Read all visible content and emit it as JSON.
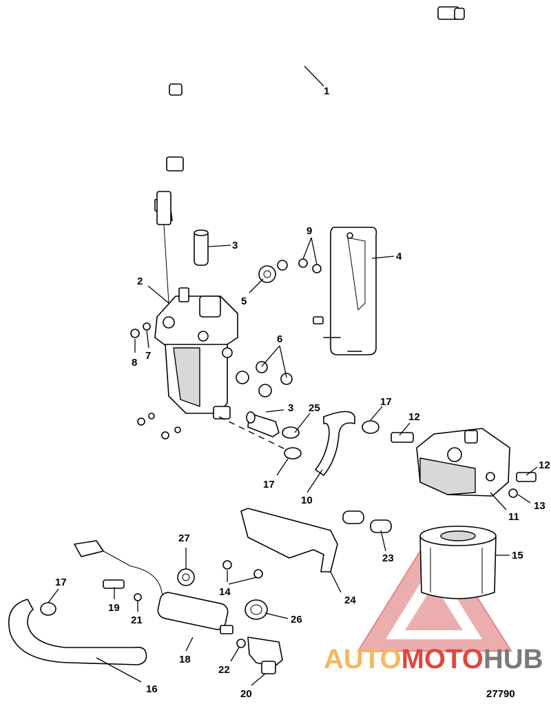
{
  "callouts": {
    "c1": "1",
    "c2": "2",
    "c3a": "3",
    "c3b": "3",
    "c4": "4",
    "c5": "5",
    "c6": "6",
    "c7": "7",
    "c8": "8",
    "c9": "9",
    "c10": "10",
    "c11": "11",
    "c12a": "12",
    "c12b": "12",
    "c13": "13",
    "c14": "14",
    "c15": "15",
    "c16": "16",
    "c17a": "17",
    "c17b": "17",
    "c17c": "17",
    "c18": "18",
    "c19": "19",
    "c20": "20",
    "c21": "21",
    "c22": "22",
    "c23": "23",
    "c24": "24",
    "c25": "25",
    "c26": "26",
    "c27": "27"
  },
  "reference_number": "27790",
  "watermark": {
    "part1": "AUTO",
    "part2": "MOTO",
    "part3": "HUB",
    "color_light": "#f4b860",
    "color_dark": "#e0483e",
    "color_gray": "#7a7a7a"
  }
}
